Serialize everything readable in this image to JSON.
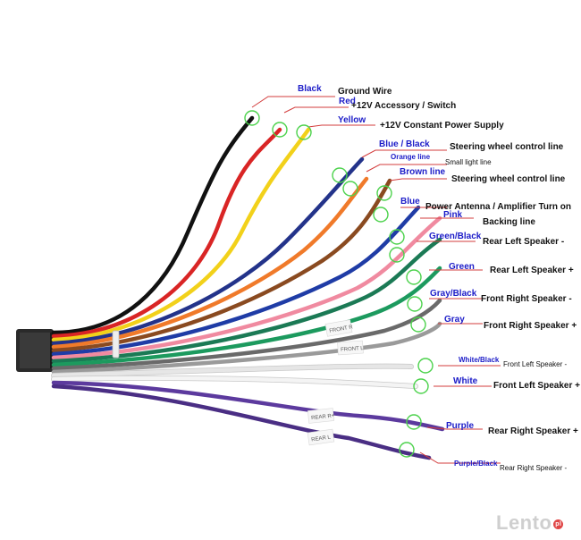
{
  "wires": [
    {
      "color_name": "Black",
      "function": "Ground Wire",
      "stroke": "#111111"
    },
    {
      "color_name": "Red",
      "function": "+12V  Accessory / Switch",
      "stroke": "#d92525"
    },
    {
      "color_name": "Yellow",
      "function": "+12V Constant Power Supply",
      "stroke": "#f2d11a"
    },
    {
      "color_name": "Blue  / Black",
      "function": "Steering wheel control line",
      "stroke": "#23338a"
    },
    {
      "color_name": "Orange line",
      "function": "Small light line",
      "stroke": "#f07a2a"
    },
    {
      "color_name": "Brown line",
      "function": "Steering wheel control line",
      "stroke": "#8a4a20"
    },
    {
      "color_name": "Blue",
      "function": "Power Antenna / Amplifier Turn on",
      "stroke": "#1f3ca6"
    },
    {
      "color_name": "Pink",
      "function": "Backing line",
      "stroke": "#f08aa0"
    },
    {
      "color_name": "Green/Black",
      "function": "Rear Left Speaker -",
      "stroke": "#1b7a55"
    },
    {
      "color_name": "Green",
      "function": "Rear Left Speaker +",
      "stroke": "#1c9a5e"
    },
    {
      "color_name": "Gray/Black",
      "function": "Front Right Speaker -",
      "stroke": "#6a6a6a"
    },
    {
      "color_name": "Gray",
      "function": "Front Right Speaker +",
      "stroke": "#9a9a9a"
    },
    {
      "color_name": "White/Black",
      "function": "Front Left Speaker -",
      "stroke": "#e6e6e6"
    },
    {
      "color_name": "White",
      "function": "Front Left Speaker +",
      "stroke": "#f4f4f4"
    },
    {
      "color_name": "Purple",
      "function": "Rear Right Speaker +",
      "stroke": "#5c3a9e"
    },
    {
      "color_name": "Purple/Black",
      "function": "Rear Right Speaker -",
      "stroke": "#4a2e84"
    }
  ],
  "tags": [
    "FRONT R",
    "FRONT L",
    "REAR R+",
    "REAR L"
  ],
  "watermark": "Lento",
  "watermark_badge": "pl",
  "colors": {
    "label_blue": "#1c1cc8",
    "marker_green": "#4cd24c",
    "pointer_red": "#d33c3c",
    "connector": "#2a2a2a"
  }
}
